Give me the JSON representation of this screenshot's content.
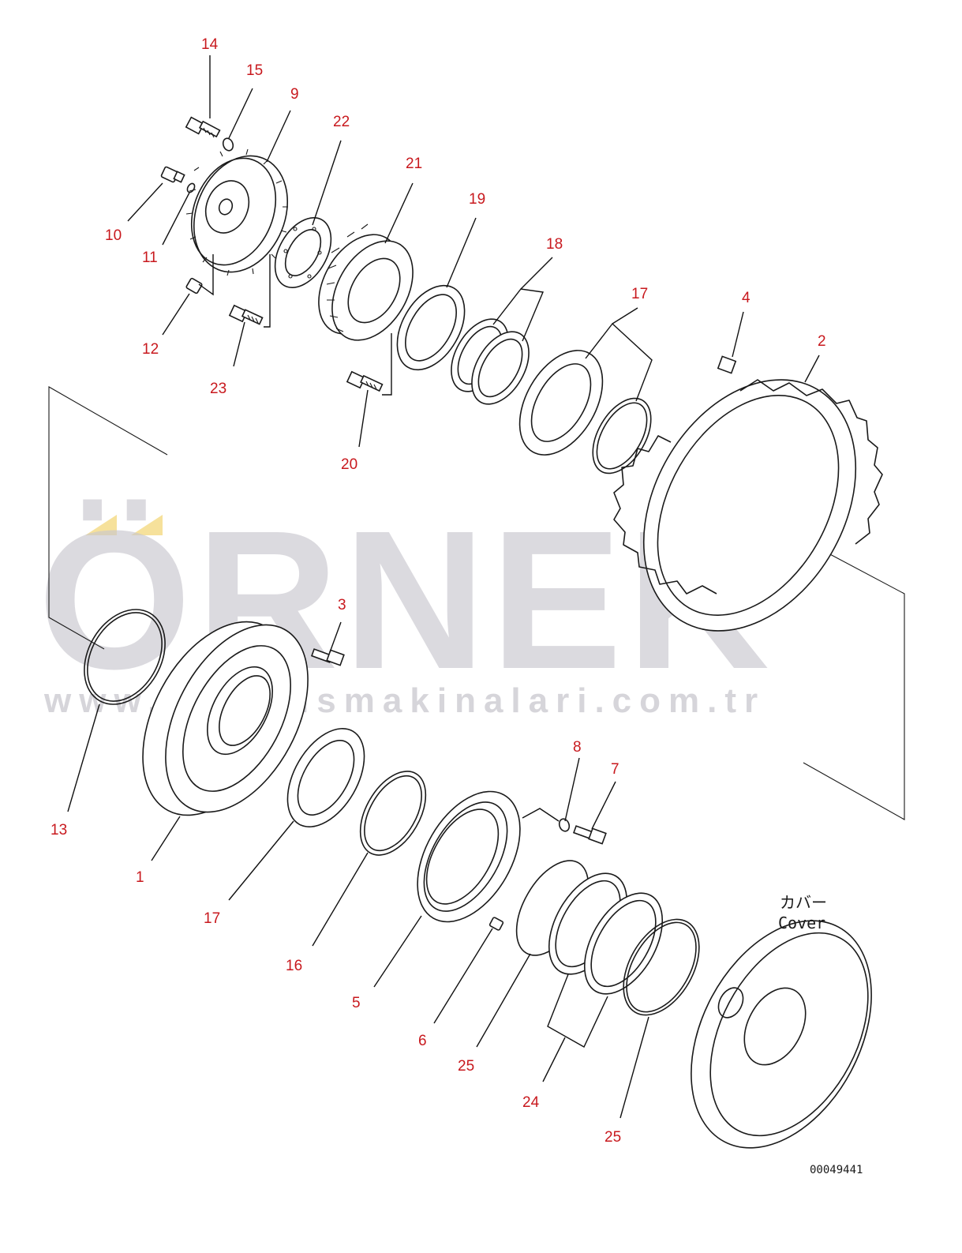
{
  "watermark": {
    "brand": "ÖRNEK",
    "url": "www.ornekismakinalari.com.tr",
    "accent_color": "#f4dc8a",
    "text_color": "#c9c7ce"
  },
  "cover_label": {
    "japanese": "カバー",
    "english": "Cover"
  },
  "drawing_number": "00049441",
  "callout_color": "#c8191e",
  "callouts": [
    {
      "id": "c14",
      "label": "14"
    },
    {
      "id": "c15",
      "label": "15"
    },
    {
      "id": "c9",
      "label": "9"
    },
    {
      "id": "c22",
      "label": "22"
    },
    {
      "id": "c21",
      "label": "21"
    },
    {
      "id": "c19",
      "label": "19"
    },
    {
      "id": "c18",
      "label": "18"
    },
    {
      "id": "c17a",
      "label": "17"
    },
    {
      "id": "c4",
      "label": "4"
    },
    {
      "id": "c2",
      "label": "2"
    },
    {
      "id": "c10",
      "label": "10"
    },
    {
      "id": "c11",
      "label": "11"
    },
    {
      "id": "c12",
      "label": "12"
    },
    {
      "id": "c23",
      "label": "23"
    },
    {
      "id": "c20",
      "label": "20"
    },
    {
      "id": "c3",
      "label": "3"
    },
    {
      "id": "c13",
      "label": "13"
    },
    {
      "id": "c1",
      "label": "1"
    },
    {
      "id": "c17b",
      "label": "17"
    },
    {
      "id": "c16",
      "label": "16"
    },
    {
      "id": "c5",
      "label": "5"
    },
    {
      "id": "c8",
      "label": "8"
    },
    {
      "id": "c7",
      "label": "7"
    },
    {
      "id": "c6",
      "label": "6"
    },
    {
      "id": "c25a",
      "label": "25"
    },
    {
      "id": "c24",
      "label": "24"
    },
    {
      "id": "c25b",
      "label": "25"
    }
  ]
}
